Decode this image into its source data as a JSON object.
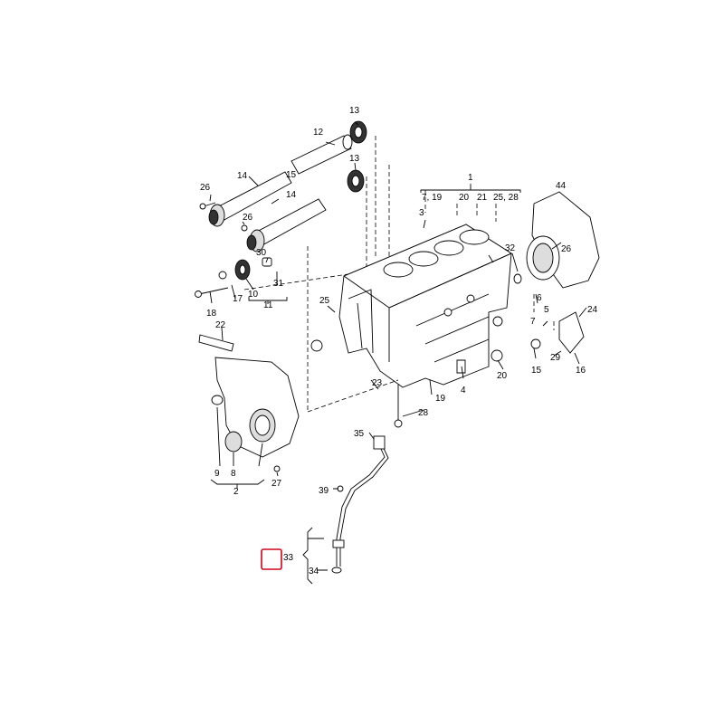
{
  "highlight_color": "#d0021b",
  "callouts": [
    {
      "id": "1",
      "text": "1"
    },
    {
      "id": "7_19",
      "text": "7, 19"
    },
    {
      "id": "20a",
      "text": "20"
    },
    {
      "id": "21",
      "text": "21"
    },
    {
      "id": "25_28",
      "text": "25, 28"
    },
    {
      "id": "44",
      "text": "44"
    },
    {
      "id": "3",
      "text": "3"
    },
    {
      "id": "32",
      "text": "32"
    },
    {
      "id": "26c",
      "text": "26"
    },
    {
      "id": "6",
      "text": "6"
    },
    {
      "id": "5",
      "text": "5"
    },
    {
      "id": "24",
      "text": "24"
    },
    {
      "id": "7",
      "text": "7"
    },
    {
      "id": "29",
      "text": "29"
    },
    {
      "id": "15",
      "text": "15"
    },
    {
      "id": "16",
      "text": "16"
    },
    {
      "id": "20b",
      "text": "20"
    },
    {
      "id": "4",
      "text": "4"
    },
    {
      "id": "19",
      "text": "19"
    },
    {
      "id": "23",
      "text": "23"
    },
    {
      "id": "28",
      "text": "28"
    },
    {
      "id": "35",
      "text": "35"
    },
    {
      "id": "39",
      "text": "39"
    },
    {
      "id": "33",
      "text": "33"
    },
    {
      "id": "34",
      "text": "34"
    },
    {
      "id": "13a",
      "text": "13"
    },
    {
      "id": "12",
      "text": "12"
    },
    {
      "id": "13b",
      "text": "13"
    },
    {
      "id": "14a",
      "text": "14"
    },
    {
      "id": "15b",
      "text": "15"
    },
    {
      "id": "26a",
      "text": "26"
    },
    {
      "id": "14b",
      "text": "14"
    },
    {
      "id": "26b",
      "text": "26"
    },
    {
      "id": "30",
      "text": "30"
    },
    {
      "id": "31",
      "text": "31"
    },
    {
      "id": "18",
      "text": "18"
    },
    {
      "id": "17",
      "text": "17"
    },
    {
      "id": "10",
      "text": "10"
    },
    {
      "id": "11",
      "text": "11"
    },
    {
      "id": "25",
      "text": "25"
    },
    {
      "id": "22",
      "text": "22"
    },
    {
      "id": "9",
      "text": "9"
    },
    {
      "id": "8",
      "text": "8"
    },
    {
      "id": "2",
      "text": "2"
    },
    {
      "id": "27",
      "text": "27"
    }
  ]
}
